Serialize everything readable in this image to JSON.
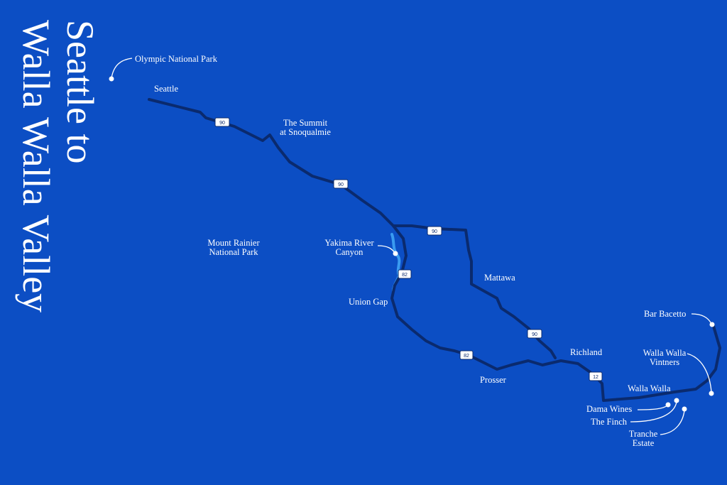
{
  "title": {
    "line1": "Seattle to",
    "line2": "Walla Walla Valley"
  },
  "colors": {
    "background": "#0c4ec4",
    "route": "#0a2a6e",
    "river": "#3a9bf0",
    "label": "#ffffff",
    "shield_fill": "#ffffff",
    "shield_text": "#0a2a6e"
  },
  "places": {
    "olympic": "Olympic National Park",
    "seattle": "Seattle",
    "summit_l1": "The Summit",
    "summit_l2": "at Snoqualmie",
    "rainier_l1": "Mount Rainier",
    "rainier_l2": "National Park",
    "yakima_l1": "Yakima River",
    "yakima_l2": "Canyon",
    "mattawa": "Mattawa",
    "union_gap": "Union Gap",
    "prosser": "Prosser",
    "richland": "Richland",
    "bar_bacetto": "Bar Bacetto",
    "wwv_l1": "Walla Walla",
    "wwv_l2": "Vintners",
    "walla_walla": "Walla Walla",
    "dama": "Dama Wines",
    "finch": "The Finch",
    "tranche_l1": "Tranche",
    "tranche_l2": "Estate"
  },
  "shields": {
    "s90a": "90",
    "s90b": "90",
    "s90c": "90",
    "s90d": "90",
    "s82a": "82",
    "s82b": "82",
    "s12": "12"
  }
}
